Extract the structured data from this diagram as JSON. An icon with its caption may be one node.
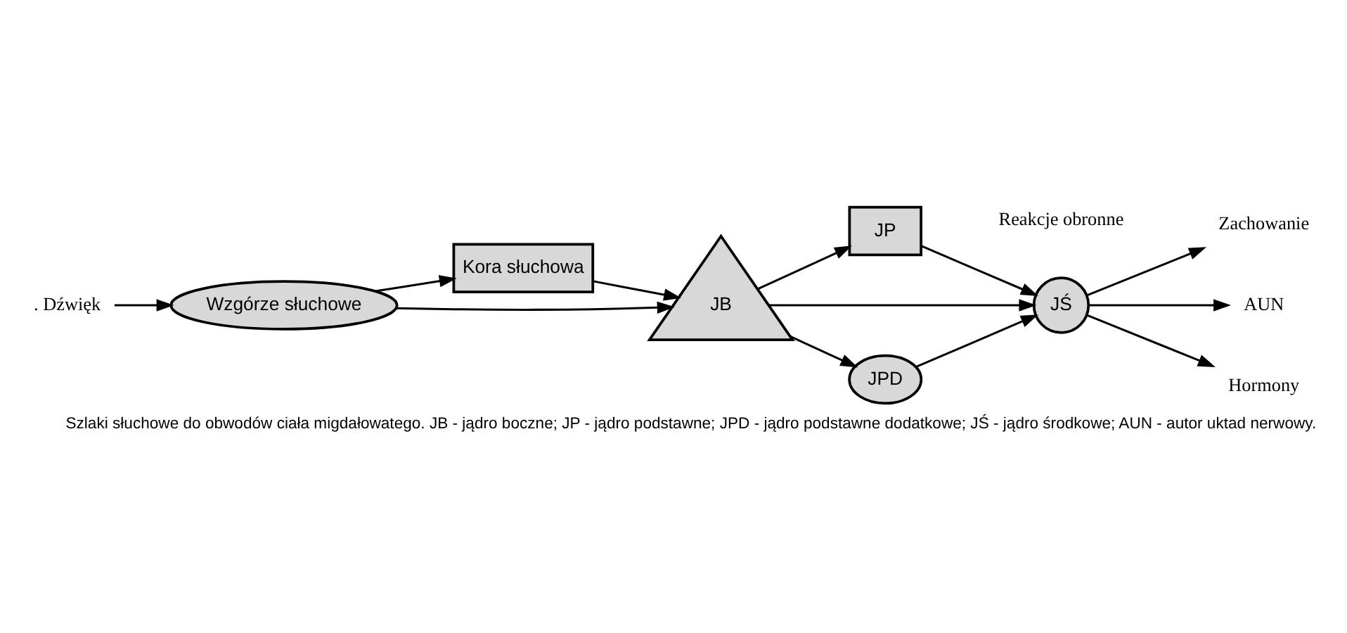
{
  "diagram": {
    "caption": "Szlaki słuchowe do obwodów ciała migdałowatego. JB - jądro boczne; JP - jądro podstawne; JPD - jądro podstawne dodatkowe; JŚ - jądro środkowe; AUN - autor uktad nerwowy.",
    "nodes": [
      {
        "text": [
          "Kora słuchowa"
        ]
      },
      {
        "text": [
          "Wzgórze słuchowe"
        ]
      },
      {
        "text": [
          "JB"
        ]
      },
      {
        "text": [
          "JP"
        ]
      },
      {
        "text": [
          "JŚ"
        ]
      },
      {
        "text": [
          "JPD"
        ]
      },
      {
        "text": [
          ". Dźwięk"
        ]
      },
      {
        "text": [
          "Zachowanie"
        ]
      },
      {
        "text": [
          "AUN"
        ]
      },
      {
        "text": [
          "Hormony"
        ]
      }
    ],
    "edges": [
      {
        "from": 6,
        "to": 1,
        "arrow": "to"
      },
      {
        "from": 1,
        "to": 0,
        "arrow": "to"
      },
      {
        "from": 1,
        "to": 2,
        "arrow": "to"
      },
      {
        "from": 0,
        "to": 2,
        "arrow": "to"
      },
      {
        "from": 2,
        "to": 4,
        "arrow": "to"
      },
      {
        "from": 2,
        "to": 3,
        "arrow": "to"
      },
      {
        "from": 2,
        "to": 5,
        "arrow": "to"
      },
      {
        "from": 3,
        "to": 4,
        "arrow": "to"
      },
      {
        "from": 5,
        "to": 4,
        "arrow": "to"
      },
      {
        "from": 4,
        "to": 7,
        "arrow": "to"
      },
      {
        "from": 4,
        "to": 8,
        "arrow": "to"
      },
      {
        "from": 4,
        "to": 9,
        "arrow": "to"
      }
    ],
    "labels": [
      "Reakcje obronne"
    ]
  }
}
